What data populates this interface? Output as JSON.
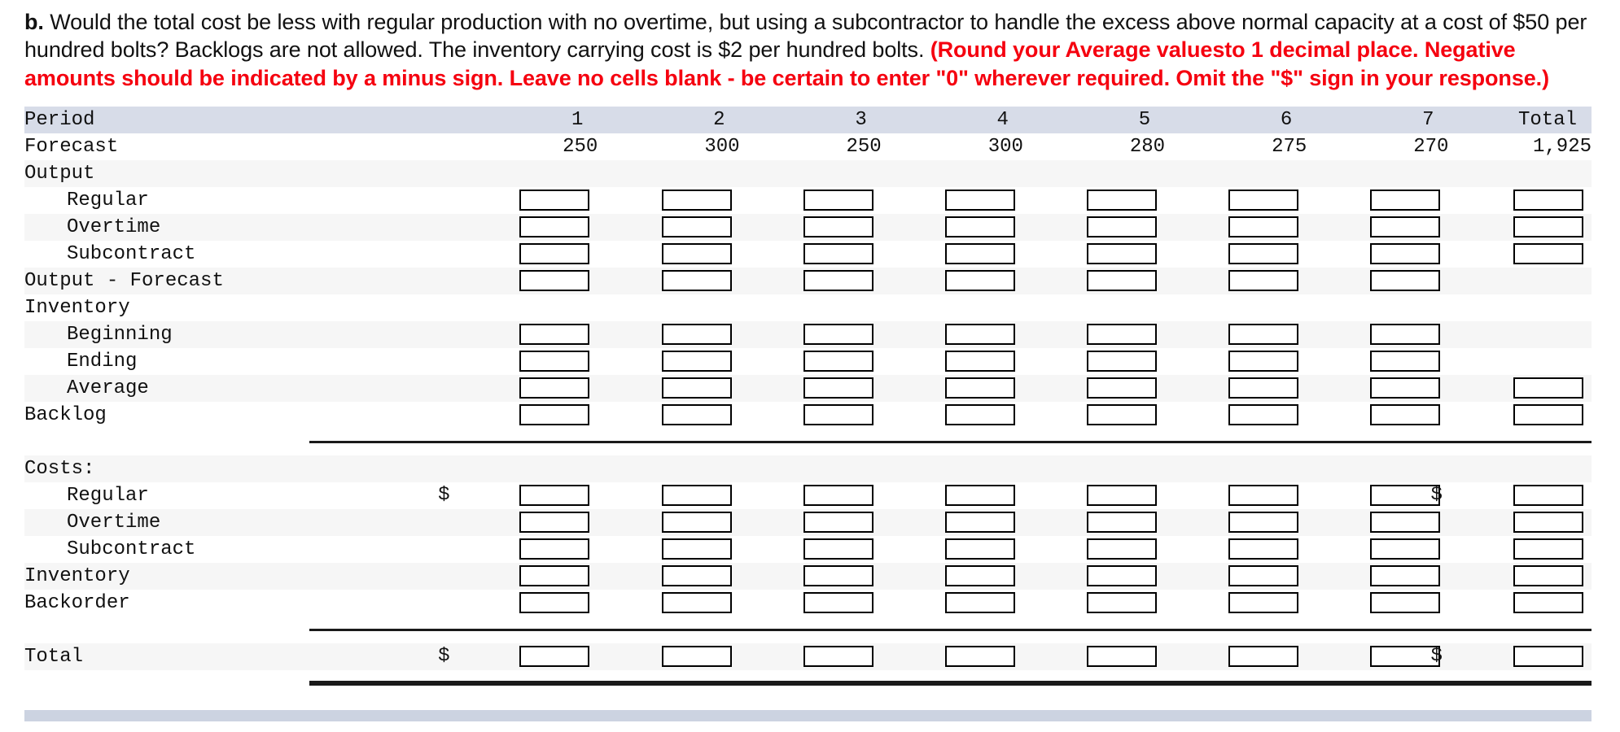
{
  "question": {
    "label": "b.",
    "body_1": " Would the total cost be less with regular production with no overtime, but using a subcontractor to handle the excess above normal capacity at a cost of $50 per hundred bolts? Backlogs are not allowed. The inventory carrying cost is $2 per hundred bolts. ",
    "instruction_red": "(Round your Average valuesto 1 decimal place. Negative amounts should be indicated by a minus sign. Leave no cells blank - be certain to enter \"0\" wherever required. Omit the \"$\" sign in your response.)"
  },
  "table": {
    "header": {
      "label": "Period",
      "columns": [
        "1",
        "2",
        "3",
        "4",
        "5",
        "6",
        "7"
      ],
      "total": "Total"
    },
    "forecast": {
      "label": "Forecast",
      "values": [
        "250",
        "300",
        "250",
        "300",
        "280",
        "275",
        "270"
      ],
      "total": "1,925"
    },
    "rows": [
      {
        "label": "Output",
        "indent": false,
        "type": "section"
      },
      {
        "label": "Regular",
        "indent": true,
        "type": "inputs",
        "total_box": true
      },
      {
        "label": "Overtime",
        "indent": true,
        "type": "inputs",
        "total_box": true
      },
      {
        "label": "Subcontract",
        "indent": true,
        "type": "inputs",
        "total_box": true
      },
      {
        "label": "Output - Forecast",
        "indent": false,
        "type": "inputs",
        "total_box": false
      },
      {
        "label": "Inventory",
        "indent": false,
        "type": "section"
      },
      {
        "label": "Beginning",
        "indent": true,
        "type": "inputs",
        "total_box": false
      },
      {
        "label": "Ending",
        "indent": true,
        "type": "inputs",
        "total_box": false
      },
      {
        "label": "Average",
        "indent": true,
        "type": "inputs",
        "total_box": true
      },
      {
        "label": "Backlog",
        "indent": false,
        "type": "inputs",
        "total_box": true
      },
      {
        "label": "Costs:",
        "indent": false,
        "type": "section"
      },
      {
        "label": "Regular",
        "indent": true,
        "type": "inputs",
        "total_box": true,
        "dollar_first": true,
        "dollar_total": true
      },
      {
        "label": "Overtime",
        "indent": true,
        "type": "inputs",
        "total_box": true
      },
      {
        "label": "Subcontract",
        "indent": true,
        "type": "inputs",
        "total_box": true
      },
      {
        "label": "Inventory",
        "indent": false,
        "type": "inputs",
        "total_box": true
      },
      {
        "label": "Backorder",
        "indent": false,
        "type": "inputs",
        "total_box": true
      },
      {
        "label": "Total",
        "indent": false,
        "type": "inputs",
        "total_box": true,
        "dollar_first": true,
        "dollar_total": true
      }
    ],
    "dollar_sign": "$",
    "colors": {
      "header_bg": "#d7dce8",
      "stripe_bg": "#f6f6f6",
      "footer_bar": "#ccd3e1",
      "instruction_red": "#f5000f",
      "box_border": "#000000"
    }
  }
}
